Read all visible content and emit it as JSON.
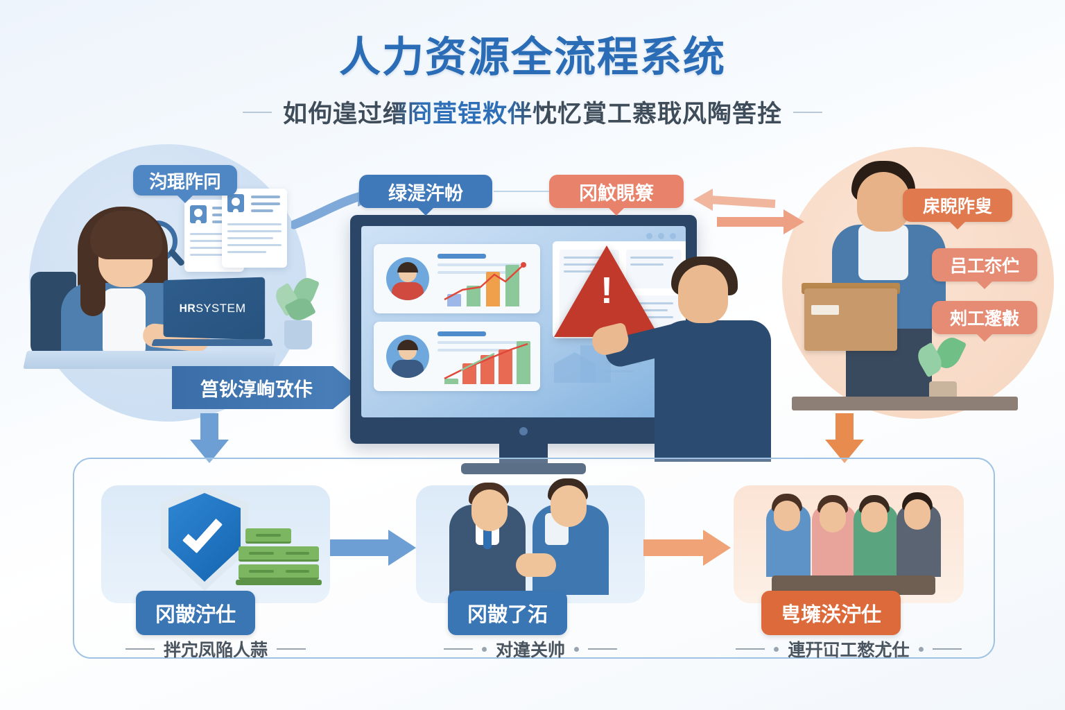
{
  "header": {
    "title": "人力资源全流程系统",
    "subtitle": "如佝遑过缙冏萓锃敉伴忱忆賞工㥶聀风陶筈拴"
  },
  "top_flow": {
    "left_badge": "汮琨阼冋",
    "left_banner": "筥钬淳峋攷佧",
    "monitor_badge_left": "绿湜汻帉",
    "monitor_badge_right": "冈魰睍簝",
    "laptop_label_bold": "HR",
    "laptop_label_light": "SYSTEM",
    "right_badges": [
      "㦿睨阼叟",
      "吕工夵伫",
      "㓨工邌㪫"
    ]
  },
  "bottom_steps": [
    {
      "badge": "冈皵泞仕",
      "caption": "拌宂凤陥人蒜",
      "badge_color": "#3a76b4",
      "panel_color": "#dceaf8",
      "icon": "shield-check-icon"
    },
    {
      "badge": "冈皵了沰",
      "caption": "对違关帅",
      "badge_color": "#3a76b4",
      "panel_color": "#dceaf8",
      "icon": "handshake-icon"
    },
    {
      "badge": "㽕㙲浂泞仕",
      "caption": "連幵冚工憗尤仕",
      "badge_color": "#dd6a3a",
      "panel_color": "#fbe4d5",
      "icon": "meeting-icon"
    }
  ],
  "monitor": {
    "warning_icon": "warning-triangle-icon",
    "employee_cards": [
      {
        "avatar": "employee-avatar-red",
        "torso_color": "#d04a3f"
      },
      {
        "avatar": "employee-avatar-navy",
        "torso_color": "#3a5a83"
      }
    ]
  },
  "chart_data": [
    {
      "type": "bar",
      "title": "",
      "categories": [
        "1",
        "2",
        "3",
        "4"
      ],
      "values": [
        28,
        46,
        78,
        92
      ],
      "colors": [
        "#9db7e8",
        "#8cc89a",
        "#f0a04b",
        "#8cc89a"
      ],
      "trend": [
        18,
        34,
        40,
        62,
        52,
        96
      ],
      "trend_color": "#e0483a",
      "ylim": [
        0,
        100
      ],
      "xlabel": "",
      "ylabel": "",
      "grid": false,
      "legend": "none"
    },
    {
      "type": "bar",
      "title": "",
      "categories": [
        "1",
        "2",
        "3",
        "4"
      ],
      "values": [
        12,
        48,
        66,
        80,
        95
      ],
      "colors": [
        "#8cc89a",
        "#e86a52",
        "#e86a52",
        "#e86a52",
        "#8cc89a"
      ],
      "trend": [
        14,
        30,
        44,
        58,
        74,
        92
      ],
      "trend_color": "#e0483a",
      "ylim": [
        0,
        100
      ],
      "xlabel": "",
      "ylabel": "",
      "grid": false,
      "legend": "none"
    }
  ],
  "colors": {
    "title_blue": "#2a6cb5",
    "badge_blue": "#4f87c4",
    "badge_orange": "#e8826a",
    "accent_orange": "#dd6a3a",
    "warning_red": "#c0392b"
  }
}
